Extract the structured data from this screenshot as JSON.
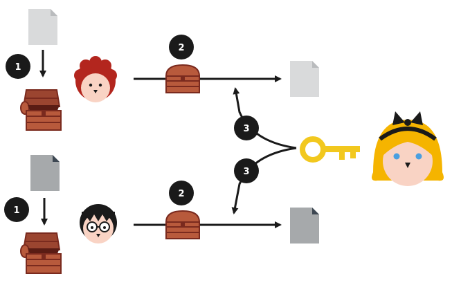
{
  "diagram": {
    "colors": {
      "arrow": "#1a1a1a",
      "badge": "#1a1a1a",
      "badge_text": "#ffffff",
      "doc_light": "#d9dadb",
      "doc_light_fold": "#b9bbbd",
      "doc_gray": "#a6a9ab",
      "doc_gray_fold": "#3d4752",
      "chest": "#b85a3c",
      "chest_dark": "#7a2a1e",
      "chest_mid": "#9b4530",
      "key": "#f2c81e",
      "skin": "#f9d3c4",
      "red_hair": "#b3261e",
      "black_hair": "#1a1a1a",
      "blonde_hair": "#f5b400",
      "eye_blue": "#4a9fe0"
    },
    "step_labels": {
      "encrypt_top": "1",
      "send_top": "2",
      "unlock_top": "3",
      "unlock_bottom": "3",
      "send_bottom": "2",
      "encrypt_bottom": "1"
    },
    "icons": {
      "document": "document-icon",
      "chest": "treasure-chest-icon",
      "key": "key-icon",
      "person": "person-avatar"
    }
  }
}
